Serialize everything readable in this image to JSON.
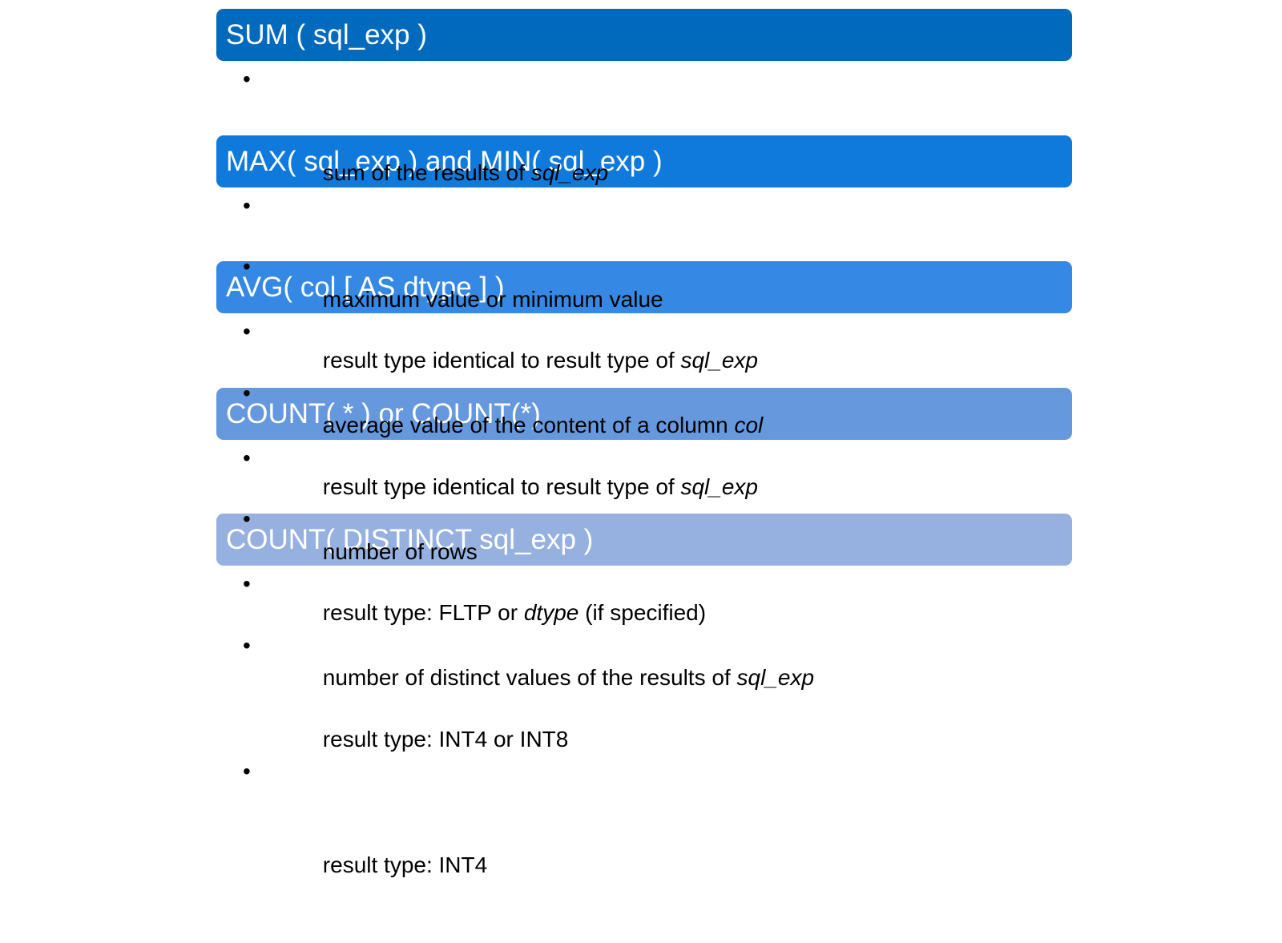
{
  "colors": {
    "header_1": "#016ABD",
    "header_2": "#0F7ADC",
    "header_3": "#3588E4",
    "header_4": "#6698DD",
    "header_5": "#96B1DF",
    "bullet_text": "#000000",
    "header_text": "#FFFFFF"
  },
  "bullet_glyph": "•",
  "blocks": [
    {
      "header": "SUM ( sql_exp )",
      "bullets": [
        [
          {
            "text": "sum of the results of ",
            "italic": false
          },
          {
            "text": "sql_exp",
            "italic": true
          }
        ],
        [
          {
            "text": "result type identical to result type of ",
            "italic": false
          },
          {
            "text": "sql_exp",
            "italic": true
          }
        ]
      ]
    },
    {
      "header": "MAX( sql_exp ) and MIN( sql_exp )",
      "bullets": [
        [
          {
            "text": "maximum value or minimum value",
            "italic": false
          }
        ],
        [
          {
            "text": "result type identical to result type of ",
            "italic": false
          },
          {
            "text": "sql_exp",
            "italic": true
          }
        ]
      ]
    },
    {
      "header": "AVG( col [ AS dtype ] )",
      "bullets": [
        [
          {
            "text": "average value of the content of a column ",
            "italic": false
          },
          {
            "text": "col",
            "italic": true
          }
        ],
        [
          {
            "text": "result type: FLTP or ",
            "italic": false
          },
          {
            "text": "dtype",
            "italic": true
          },
          {
            "text": " (if specified)",
            "italic": false
          }
        ]
      ]
    },
    {
      "header": "COUNT( * ) or COUNT(*)",
      "bullets": [
        [
          {
            "text": "number of rows",
            "italic": false
          }
        ],
        [
          {
            "text": "result type: INT4 or INT8",
            "italic": false
          }
        ]
      ]
    },
    {
      "header": "COUNT( DISTINCT sql_exp )",
      "bullets": [
        [
          {
            "text": "number of distinct values of the results of ",
            "italic": false
          },
          {
            "text": "sql_exp",
            "italic": true
          }
        ],
        [
          {
            "text": "result type: INT4",
            "italic": false
          }
        ]
      ]
    }
  ]
}
